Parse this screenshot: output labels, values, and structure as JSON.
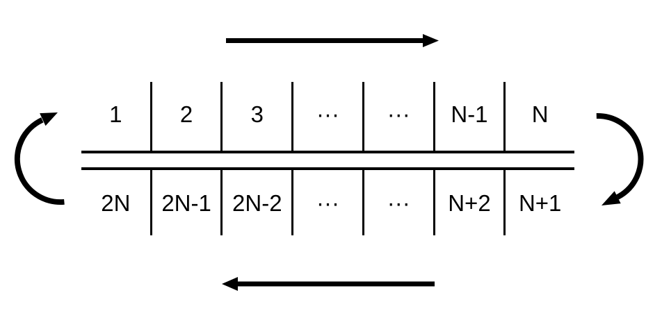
{
  "colors": {
    "ink": "#000000",
    "background": "#ffffff"
  },
  "diagram": {
    "top_row": {
      "cells": [
        "1",
        "2",
        "3",
        "···",
        "···",
        "N-1",
        "N"
      ]
    },
    "bottom_row": {
      "cells": [
        "2N",
        "2N-1",
        "2N-2",
        "···",
        "···",
        "N+2",
        "N+1"
      ]
    },
    "arrows": {
      "top": "right-arrow",
      "bottom": "left-arrow",
      "left": "wrap-up-curved-arrow",
      "right": "wrap-down-curved-arrow"
    }
  }
}
